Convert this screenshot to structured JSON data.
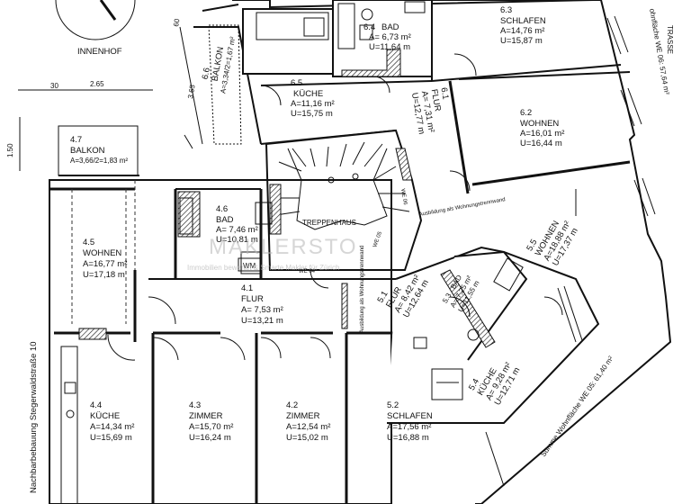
{
  "courtyard_label": "INNENHOF",
  "balcony_top": {
    "number": "6.6",
    "name": "BALKON",
    "area": "A=3,34/2=1,67 m²"
  },
  "dims": {
    "d60": "60",
    "d365": "3.65",
    "d30": "30",
    "d265": "2.65",
    "d150": "1.50"
  },
  "balcony_left": {
    "number": "4.7",
    "name": "BALKON",
    "area": "A=3,66/2=1,83 m²"
  },
  "rooms": [
    {
      "id": "r64",
      "number": "6.4",
      "name": "BAD",
      "area": "A= 6,73 m²",
      "perimeter": "U=11,64 m"
    },
    {
      "id": "r63",
      "number": "6.3",
      "name": "SCHLAFEN",
      "area": "A=14,76 m²",
      "perimeter": "U=15,87 m"
    },
    {
      "id": "r65",
      "number": "6.5",
      "name": "KÜCHE",
      "area": "A=11,16 m²",
      "perimeter": "U=15,75 m"
    },
    {
      "id": "r61",
      "number": "6.1",
      "name": "FLUR",
      "area": "A= 7,31 m²",
      "perimeter": "U=12,77 m"
    },
    {
      "id": "r62",
      "number": "6.2",
      "name": "WOHNEN",
      "area": "A=16,01 m²",
      "perimeter": "U=16,44 m"
    },
    {
      "id": "r46",
      "number": "4.6",
      "name": "BAD",
      "area": "A= 7,46 m²",
      "perimeter": "U=10,81 m"
    },
    {
      "id": "r45",
      "number": "4.5",
      "name": "WOHNEN",
      "area": "A=16,77 m²",
      "perimeter": "U=17,18 m"
    },
    {
      "id": "r41",
      "number": "4.1",
      "name": "FLUR",
      "area": "A= 7,53 m²",
      "perimeter": "U=13,21 m"
    },
    {
      "id": "r55",
      "number": "5.5",
      "name": "WOHNEN",
      "area": "A=18,88 m²",
      "perimeter": "U=17,37 m"
    },
    {
      "id": "r51",
      "number": "5.1",
      "name": "FLUR",
      "area": "A= 8,42 m²",
      "perimeter": "U=12,64 m"
    },
    {
      "id": "r53",
      "number": "5.3",
      "name": "BAD",
      "area": "A= 7,25 m²",
      "perimeter": "U=11,55 m"
    },
    {
      "id": "r54",
      "number": "5.4",
      "name": "KÜCHE",
      "area": "A= 9,28 m²",
      "perimeter": "U=12,71 m"
    },
    {
      "id": "r44",
      "number": "4.4",
      "name": "KÜCHE",
      "area": "A=14,34 m²",
      "perimeter": "U=15,69 m"
    },
    {
      "id": "r43",
      "number": "4.3",
      "name": "ZIMMER",
      "area": "A=15,70 m²",
      "perimeter": "U=16,24 m"
    },
    {
      "id": "r42",
      "number": "4.2",
      "name": "ZIMMER",
      "area": "A=12,54 m²",
      "perimeter": "U=15,02 m"
    },
    {
      "id": "r52",
      "number": "5.2",
      "name": "SCHLAFEN",
      "area": "A=17,56 m²",
      "perimeter": "U=16,88 m"
    }
  ],
  "stair_label": "TREPPENHAUS",
  "wm_label": "WM",
  "we06_marker": "WE 06",
  "we04_marker": "WE 04",
  "we05_marker": "WE 05",
  "fire_wall_note_1": "Ausbildung als Wohnungstrennwand",
  "fire_wall_note_2": "Ausbildung als Wohnungstrennwand",
  "street_left": "Nachbarbebauung  Stegerwaldstraße 10",
  "street_right": "TRASSE",
  "sum_we06": "ohnfläche WE 06: 57,64 m²",
  "sum_we05": "Summe Wohnfläche WE 05: 61,40 m²",
  "watermark": "MAKLERSTO",
  "watermark_sub": "Immobilien bewertet & Smarte Makler für Zürich"
}
